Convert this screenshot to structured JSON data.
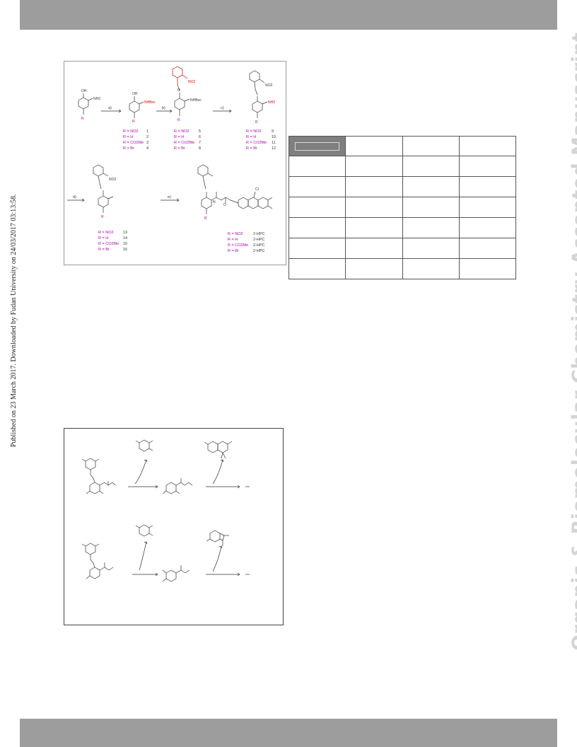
{
  "page": {
    "side_note": "Published on 23 March 2017. Downloaded by Fudan University on 24/03/2017 03:13:58.",
    "watermark": "Organic & Biomolecular Chemistry Accepted Manuscript"
  },
  "scheme1": {
    "steps": [
      "a)",
      "b)",
      "c)",
      "d)",
      "e)"
    ],
    "compound_labels": {
      "col1": [
        {
          "r": "R = NO2",
          "n": "1"
        },
        {
          "r": "R = H",
          "n": "2"
        },
        {
          "r": "R = CO2Me",
          "n": "3"
        },
        {
          "r": "R = Br",
          "n": "4"
        }
      ],
      "col2": [
        {
          "r": "R = NO2",
          "n": "5"
        },
        {
          "r": "R = H",
          "n": "6"
        },
        {
          "r": "R = CO2Me",
          "n": "7"
        },
        {
          "r": "R = Br",
          "n": "8"
        }
      ],
      "col3": [
        {
          "r": "R = NO2",
          "n": "9"
        },
        {
          "r": "R = H",
          "n": "10"
        },
        {
          "r": "R = CO2Me",
          "n": "11"
        },
        {
          "r": "R = Br",
          "n": "12"
        }
      ],
      "col4": [
        {
          "r": "R = NO2",
          "n": "13"
        },
        {
          "r": "R = H",
          "n": "14"
        },
        {
          "r": "R = CO2Me",
          "n": "15"
        },
        {
          "r": "R = Br",
          "n": "16"
        }
      ],
      "col5": [
        {
          "r": "R = NO2",
          "n": "2-HPC"
        },
        {
          "r": "R = H",
          "n": "2-HPC"
        },
        {
          "r": "R = CO2Me",
          "n": "2-HPC"
        },
        {
          "r": "R = Br",
          "n": "2-HPC"
        }
      ]
    },
    "atoms": {
      "oh": "OH",
      "nh2": "NH2",
      "nhboc": "NHBoc",
      "no2": "NO2",
      "r": "R",
      "o": "O",
      "n": "N",
      "cl": "Cl"
    }
  },
  "table": {
    "rows": 6,
    "cols": 4
  }
}
